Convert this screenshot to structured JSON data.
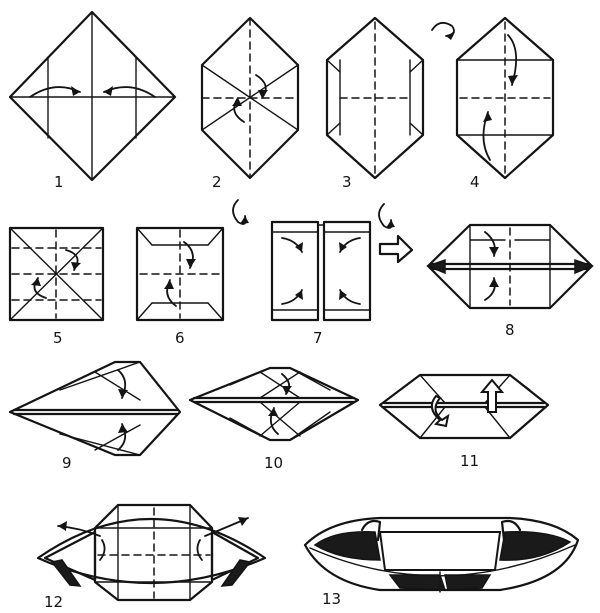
{
  "step_labels": [
    "1",
    "2",
    "3",
    "4",
    "5",
    "6",
    "7",
    "8",
    "9",
    "10",
    "11",
    "12",
    "13"
  ],
  "ink_color": "#141414",
  "background_color": "#ffffff",
  "icons": [
    "fold-arrow-icon",
    "turn-over-icon",
    "push-arrow-icon"
  ]
}
